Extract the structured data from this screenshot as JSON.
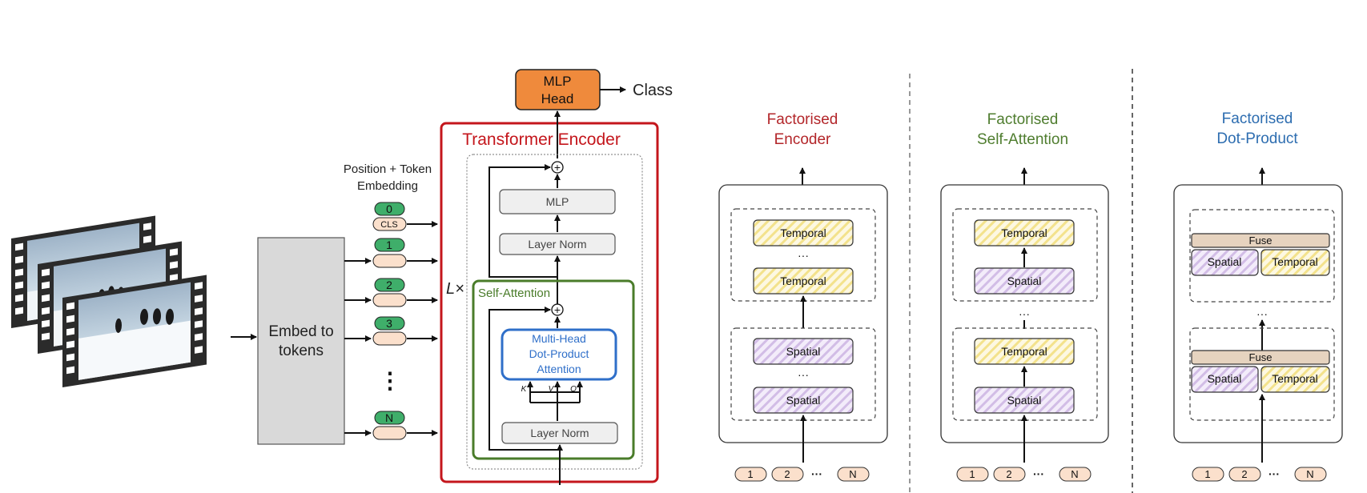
{
  "colors": {
    "encoder_red": "#c4161c",
    "self_attn_green": "#4a7c2a",
    "attention_blue": "#2f6fc9",
    "mlp_head_orange": "#ef8a3c",
    "token_green": "#3fae6a",
    "token_peach": "#fbe0cc",
    "spatial_purple": "#c9b3e0",
    "temporal_yellow": "#f3e27a",
    "fuse_tan": "#e6d3bf",
    "grey_box": "#d9d9d9",
    "dot_product_blue": "#2d6db0"
  },
  "left": {
    "embed_box": {
      "line1": "Embed to",
      "line2": "tokens"
    },
    "pos_embed_label": {
      "line1": "Position + Token",
      "line2": "Embedding"
    },
    "tokens": [
      {
        "id": "0",
        "sub": "CLS"
      },
      {
        "id": "1",
        "sub": ""
      },
      {
        "id": "2",
        "sub": ""
      },
      {
        "id": "3",
        "sub": ""
      },
      {
        "id": "N",
        "sub": ""
      }
    ],
    "vertical_ellipsis": "⋮",
    "transformer_title": "Transformer Encoder",
    "lx_label": "L×",
    "mlp_head": {
      "line1": "MLP",
      "line2": "Head"
    },
    "class_label": "Class",
    "mlp": "MLP",
    "layer_norm_top": "Layer Norm",
    "self_attention_label": "Self-Attention",
    "attention_box": {
      "line1": "Multi-Head",
      "line2": "Dot-Product",
      "line3": "Attention"
    },
    "kvq": [
      "K",
      "V",
      "Q"
    ],
    "layer_norm_bottom": "Layer Norm",
    "plus": "+"
  },
  "panels": [
    {
      "title1": "Factorised",
      "title2": "Encoder",
      "title_color": "#b3262a",
      "top_group": [
        "Temporal",
        "Temporal"
      ],
      "bottom_group": [
        "Spatial",
        "Spatial"
      ],
      "tokens": [
        "1",
        "2",
        "N"
      ]
    },
    {
      "title1": "Factorised",
      "title2": "Self-Attention",
      "title_color": "#4f7d2f",
      "top_group": [
        "Temporal",
        "Spatial"
      ],
      "bottom_group": [
        "Temporal",
        "Spatial"
      ],
      "tokens": [
        "1",
        "2",
        "N"
      ]
    },
    {
      "title1": "Factorised",
      "title2": "Dot-Product",
      "title_color": "#2d6db0",
      "fuse_label": "Fuse",
      "pair": [
        "Spatial",
        "Temporal"
      ],
      "tokens": [
        "1",
        "2",
        "N"
      ]
    }
  ],
  "ellipsis": "···"
}
